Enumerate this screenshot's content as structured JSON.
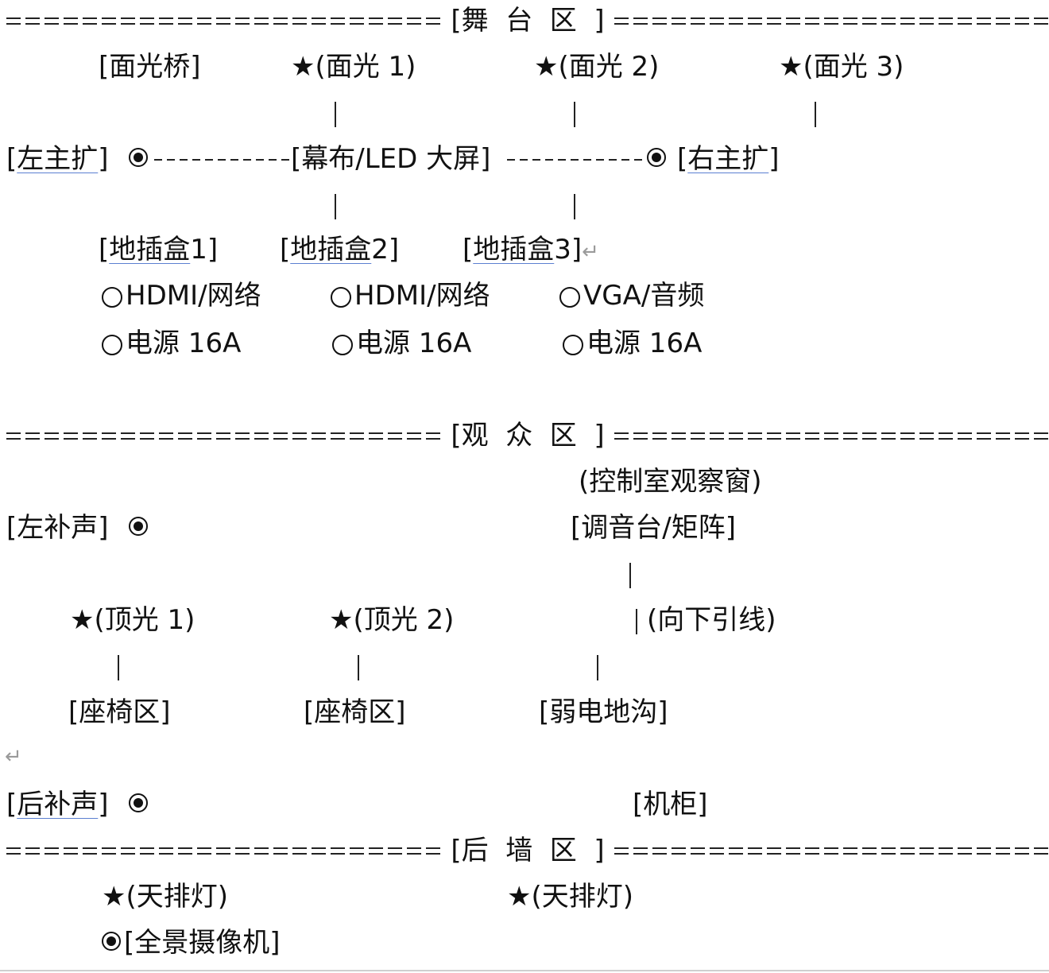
{
  "stage": {
    "header": "[舞  台  区  ]",
    "face_bridge": "[面光桥]",
    "face_lights": [
      "★(面光 1)",
      "★(面光 2)",
      "★(面光 3)"
    ],
    "left_main_speaker": "左主扩",
    "screen": "[幕布/LED 大屏]",
    "right_main_speaker": "右主扩",
    "floor_boxes": [
      {
        "name": "地插盒",
        "num": "1]",
        "port1": "HDMI/网络",
        "port2": "电源 16A"
      },
      {
        "name": "地插盒",
        "num": "2]",
        "port1": "HDMI/网络",
        "port2": "电源 16A"
      },
      {
        "name": "地插盒",
        "num": "3]",
        "port1": "VGA/音频",
        "port2": "电源 16A"
      }
    ]
  },
  "audience": {
    "header": "[观  众  区  ]",
    "control_window": "(控制室观察窗)",
    "left_fill_speaker": "[左补声]",
    "mixer": "[调音台/矩阵]",
    "top_lights": [
      "★(顶光 1)",
      "★(顶光 2)"
    ],
    "down_lead": "(向下引线)",
    "seating_areas": [
      "[座椅区]",
      "[座椅区]"
    ],
    "cable_trench": "[弱电地沟]",
    "rear_fill_speaker": "后补声",
    "cabinet": "[机柜]"
  },
  "back_wall": {
    "header": "[后  墙  区  ]",
    "sky_lights": [
      "★(天排灯)",
      "★(天排灯)"
    ],
    "camera": "[全景摄像机]"
  },
  "marks": {
    "return_symbol": "↵"
  }
}
